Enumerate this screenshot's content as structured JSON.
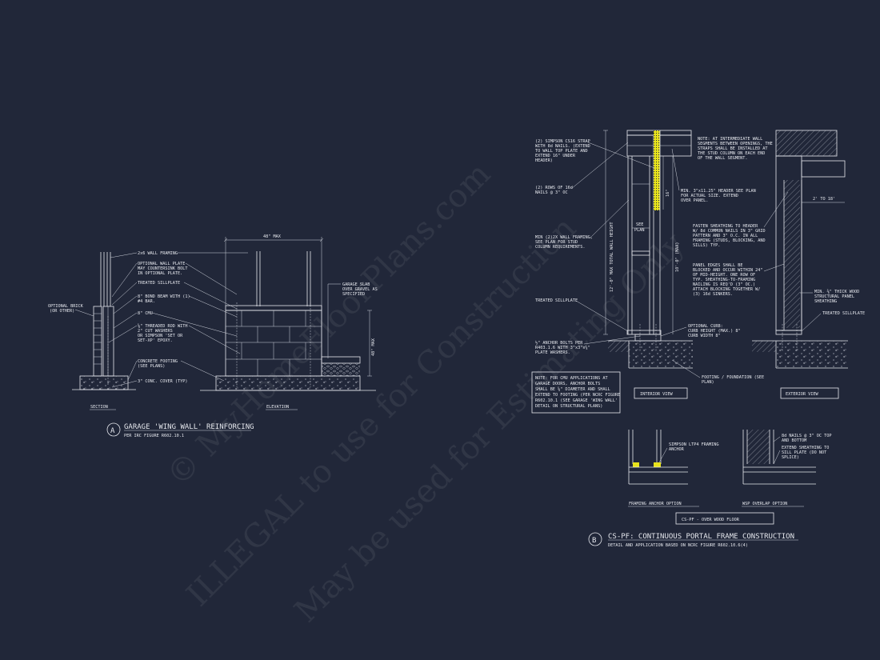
{
  "watermark": {
    "line1": "© MyHomeFloorPlans.com",
    "line2": "ILLEGAL to use for Construction",
    "line3": "May be used for Estimating Only"
  },
  "detail_a": {
    "marker": "A",
    "title": "GARAGE 'WING WALL' REINFORCING",
    "subtitle": "PER IRC FIGURE R602.10.1",
    "section_label": "SECTION",
    "elevation_label": "ELEVATION",
    "dim_top": "48\" MAX",
    "dim_side": "48\" MAX",
    "notes": {
      "wall_framing": "2x6 WALL FRAMING",
      "wall_plate_1": "OPTIONAL WALL PLATE",
      "wall_plate_2": "MAY COUNTERSINK BOLT",
      "wall_plate_3": "IN OPTIONAL PLATE.",
      "sillplate": "TREATED SILLPLATE",
      "bond_beam_1": "8\" BOND BEAM WITH (1)",
      "bond_beam_2": "#4 BAR.",
      "cmu": "8\" CMU",
      "rod_1": "⅝\" THREADED ROD WITH",
      "rod_2": "2\" CUT WASHERS",
      "rod_3": "OR SIMPSON 'SET OR",
      "rod_4": "SET-XP' EPOXY.",
      "footing_1": "CONCRETE FOOTING",
      "footing_2": "(SEE PLANS)",
      "cover": "3\" CONC. COVER (TYP)",
      "brick_1": "OPTIONAL BRICK",
      "brick_2": "(OR OTHER)",
      "slab_1": "GARAGE SLAB",
      "slab_2": "OVER GRAVEL AS",
      "slab_3": "SPECIFIED"
    }
  },
  "detail_b": {
    "marker": "B",
    "title": "CS-PF: CONTINUOUS PORTAL FRAME CONSTRUCTION",
    "subtitle": "DETAIL AND APPLICATION BASED ON NCRC FIGURE R602.10.6(4)",
    "interior_view": "INTERIOR VIEW",
    "exterior_view": "EXTERIOR VIEW",
    "framing_anchor_option": "FRAMING ANCHOR OPTION",
    "wsp_overlap_option": "WSP OVERLAP OPTION",
    "over_wood_floor": "CS-PF - OVER WOOD FLOOR",
    "dim_height": "12'-0\" MAX TOTAL WALL HEIGHT",
    "dim_header": "10'-0\" (MAX)",
    "dim_16": "16\"",
    "dim_2to18": "2' TO 18'",
    "see_plan_1": "SEE",
    "see_plan_2": "PLAN",
    "notes": {
      "strap_1": "(2) SIMPSON CS16 STRAP",
      "strap_2": "WITH 8d NAILS. (EXTEND",
      "strap_3": "TO WALL TOP PLATE AND",
      "strap_4": "EXTEND 16\" UNDER",
      "strap_5": "HEADER)",
      "rows_1": "(2) ROWS OF 16d",
      "rows_2": "NAILS @ 3\" OC",
      "min2x_1": "MIN (2)2X WALL FRAMING,",
      "min2x_2": "SEE PLAN FOR STUD",
      "min2x_3": "COLUMN REQUIREMENTS.",
      "sillplate": "TREATED SILLPLATE",
      "anchor_1": "½\" ANCHOR BOLTS PER",
      "anchor_2": "R403.1.6 WITH 3\"x3\"x¼\"",
      "anchor_3": "PLATE WASHERS.",
      "cmu_1": "NOTE: FOR CMU APPLICATIONS AT",
      "cmu_2": "GARAGE DOORS, ANCHOR BOLTS",
      "cmu_3": "SHALL BE ⅝\" DIAMETER AND SHALL",
      "cmu_4": "EXTEND TO FOOTING (PER NCRC FIGURE",
      "cmu_5": "R602.10.1 (SEE GARAGE 'WING WALL'",
      "cmu_6": "DETAIL ON STRUCTURAL PLANS)",
      "inter_1": "NOTE: AT INTERMEDIATE WALL",
      "inter_2": "SEGMENTS BETWEEN OPENINGS, THE",
      "inter_3": "STRAPS SHALL BE INSTALLED AT",
      "inter_4": "THE STUD COLUMN ON EACH END",
      "inter_5": "OF THE WALL SEGMENT.",
      "header_1": "MIN. 3\"x11.25\" HEADER SEE PLAN",
      "header_2": "FOR ACTUAL SIZE. EXTEND",
      "header_3": "OVER PANEL.",
      "fasten_1": "FASTEN SHEATHING TO HEADER",
      "fasten_2": "W/ 8d COMMON NAILS IN 3\" GRID",
      "fasten_3": "PATTERN AND 3\" O.C. IN ALL",
      "fasten_4": "FRAMING (STUDS, BLOCKING, AND",
      "fasten_5": "SILLS) TYP.",
      "panel_1": "PANEL EDGES SHALL BE",
      "panel_2": "BLOCKED AND OCCUR WITHIN 24\"",
      "panel_3": "OF MID-HEIGHT. ONE ROW OF",
      "panel_4": "TYP. SHEATHING-TO-FRAMING",
      "panel_5": "NAILING IS REQ'D (3\" OC.)",
      "panel_6": "ATTACH BLOCKING TOGETHER W/",
      "panel_7": "(3) 16d SINKERS.",
      "wsp_1": "MIN. ⅜\" THICK WOOD",
      "wsp_2": "STRUCTURAL PANEL",
      "wsp_3": "SHEATHING",
      "ext_sill": "TREATED SILLPLATE",
      "curb_1": "OPTIONAL CURB:",
      "curb_2": "CURB HEIGHT (MAX.) 8\"",
      "curb_3": "CURB WIDTH 8\"",
      "footing_1": "FOOTING / FOUNDATION (SEE",
      "footing_2": "PLAN)",
      "lt_1": "SIMPSON LTP4 FRAMING",
      "lt_2": "ANCHOR",
      "nails_1": "8d NAILS @ 3\" OC TOP",
      "nails_2": "AND BOTTOM",
      "ext_sh_1": "EXTEND SHEATHING TO",
      "ext_sh_2": "SILL PLATE (DO NOT",
      "ext_sh_3": "SPLICE)"
    }
  },
  "colors": {
    "background": "#212739",
    "linework": "#e6e8ee",
    "highlight": "#e8e31c"
  }
}
